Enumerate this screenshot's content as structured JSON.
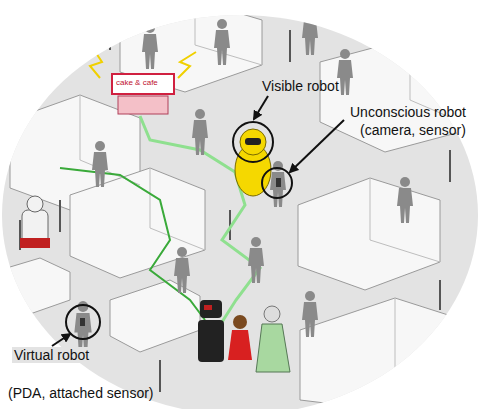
{
  "diagram": {
    "labels": [
      "Visible robot",
      "cake & cafe",
      "Unconscious robot",
      "(camera, sensor)",
      "Virtual robot",
      "(PDA, attached sensor)"
    ]
  }
}
